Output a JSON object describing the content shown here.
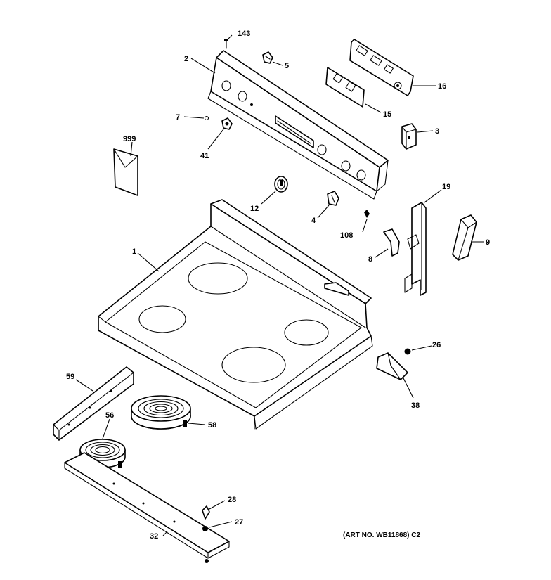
{
  "callouts": {
    "c143": "143",
    "c2": "2",
    "c5": "5",
    "c16": "16",
    "c15": "15",
    "c7": "7",
    "c41": "41",
    "c3": "3",
    "c999": "999",
    "c12": "12",
    "c4": "4",
    "c108": "108",
    "c19": "19",
    "c1": "1",
    "c8": "8",
    "c9": "9",
    "c26": "26",
    "c38": "38",
    "c59": "59",
    "c56": "56",
    "c58": "58",
    "c28": "28",
    "c27": "27",
    "c32": "32"
  },
  "art_number": "(ART NO. WB11868) C2"
}
